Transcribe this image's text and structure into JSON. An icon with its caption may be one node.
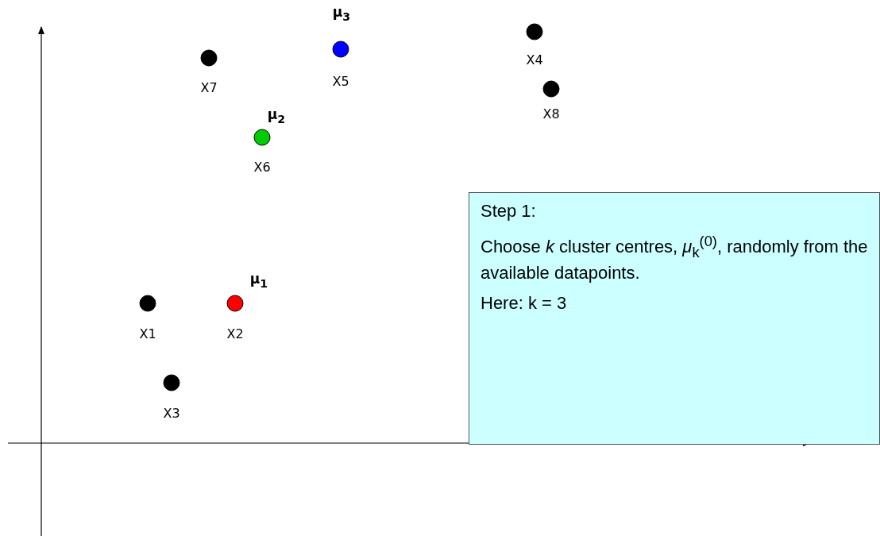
{
  "diagram": {
    "nodes": [
      {
        "text": [
          "Step 1:",
          "Choose *k* cluster centres, *μ*$_{k}$$^{(0)}$, randomly from the available datapoints.",
          "Here: k = 3"
        ]
      }
    ],
    "labels": [
      "μ$_{3}$",
      "X7",
      "X5",
      "X4",
      "X8",
      "μ$_{2}$",
      "X6",
      "μ$_{1}$",
      "X1",
      "X2",
      "X3"
    ]
  }
}
